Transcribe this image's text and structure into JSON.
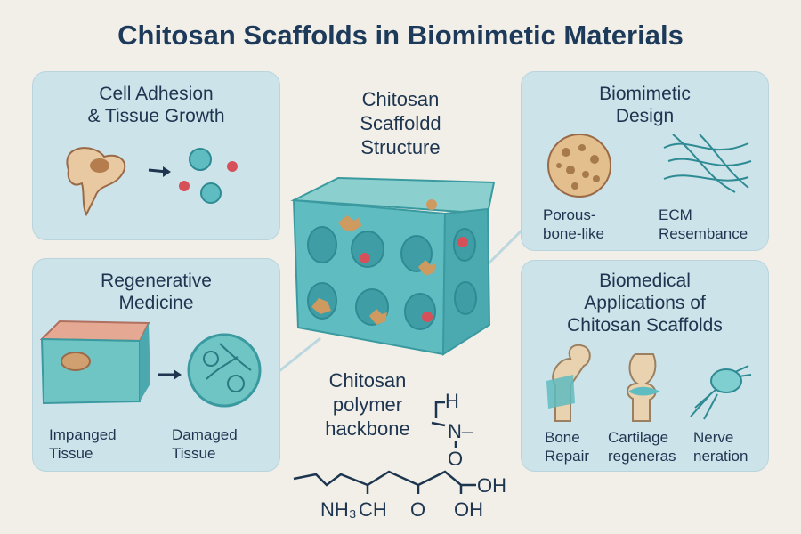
{
  "title": "Chitosan Scaffolds in Biomimetic Materials",
  "panels": {
    "cell_adhesion": {
      "title_line1": "Cell Adhesion",
      "title_line2": "& Tissue Growth"
    },
    "regenerative": {
      "title_line1": "Regenerative",
      "title_line2": "Medicine",
      "label_left_1": "Impanged",
      "label_left_2": "Tissue",
      "label_right_1": "Damaged",
      "label_right_2": "Tissue"
    },
    "biomimetic": {
      "title_line1": "Biomimetic",
      "title_line2": "Design",
      "label_left_1": "Porous-",
      "label_left_2": "bone-like",
      "label_right_1": "ECM",
      "label_right_2": "Resembance"
    },
    "applications": {
      "title_line1": "Biomedical",
      "title_line2": "Applications of",
      "title_line3": "Chitosan Scaffolds",
      "items": [
        {
          "line1": "Bone",
          "line2": "Repair"
        },
        {
          "line1": "Cartilage",
          "line2": "regeneras"
        },
        {
          "line1": "Nerve",
          "line2": "neration"
        }
      ]
    }
  },
  "center": {
    "structure_line1": "Chitosan",
    "structure_line2": "Scaffoldd",
    "structure_line3": "Structure",
    "polymer_line1": "Chitosan",
    "polymer_line2": "polymer",
    "polymer_line3": "hackbone",
    "chem": {
      "h": "H",
      "n": "N–",
      "o": "O",
      "oh1": "OH",
      "oh2": "OH",
      "nh3": "NH₃",
      "ch": "CH",
      "o2": "O"
    }
  },
  "colors": {
    "teal": "#5fbcc0",
    "panel": "#cde3ea",
    "title": "#1d3a5a"
  }
}
